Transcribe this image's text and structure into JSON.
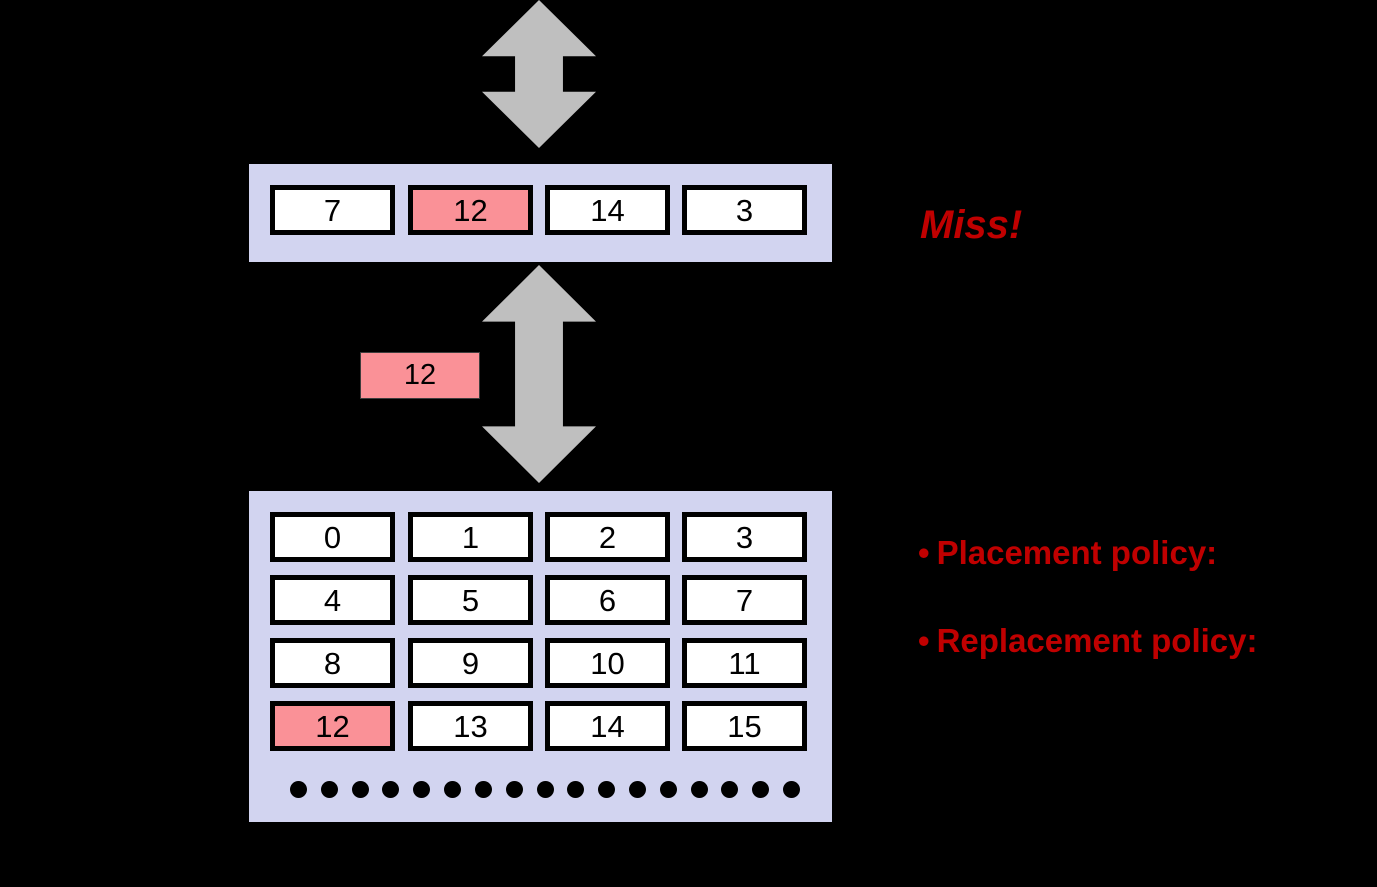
{
  "diagram": {
    "background_color": "#000000",
    "panel_color": "#D2D4F0",
    "highlight_color": "#FA9197",
    "accent_color": "#C00000",
    "arrow_color": "#BFBFBF"
  },
  "cache": {
    "cells": [
      {
        "value": "7",
        "highlighted": false
      },
      {
        "value": "12",
        "highlighted": true
      },
      {
        "value": "14",
        "highlighted": false
      },
      {
        "value": "3",
        "highlighted": false
      }
    ]
  },
  "memory": {
    "rows": [
      [
        {
          "value": "0",
          "highlighted": false
        },
        {
          "value": "1",
          "highlighted": false
        },
        {
          "value": "2",
          "highlighted": false
        },
        {
          "value": "3",
          "highlighted": false
        }
      ],
      [
        {
          "value": "4",
          "highlighted": false
        },
        {
          "value": "5",
          "highlighted": false
        },
        {
          "value": "6",
          "highlighted": false
        },
        {
          "value": "7",
          "highlighted": false
        }
      ],
      [
        {
          "value": "8",
          "highlighted": false
        },
        {
          "value": "9",
          "highlighted": false
        },
        {
          "value": "10",
          "highlighted": false
        },
        {
          "value": "11",
          "highlighted": false
        }
      ],
      [
        {
          "value": "12",
          "highlighted": true
        },
        {
          "value": "13",
          "highlighted": false
        },
        {
          "value": "14",
          "highlighted": false
        },
        {
          "value": "15",
          "highlighted": false
        }
      ]
    ],
    "continuation_dots_count": 17
  },
  "transfer": {
    "block_value": "12"
  },
  "annotations": {
    "miss_label": "Miss!",
    "bullet_glyph": "•",
    "placement_policy": "Placement policy:",
    "replacement_policy": "Replacement policy:"
  },
  "arrows": {
    "top": "bidirectional-vertical-arrow",
    "middle": "bidirectional-vertical-arrow"
  }
}
